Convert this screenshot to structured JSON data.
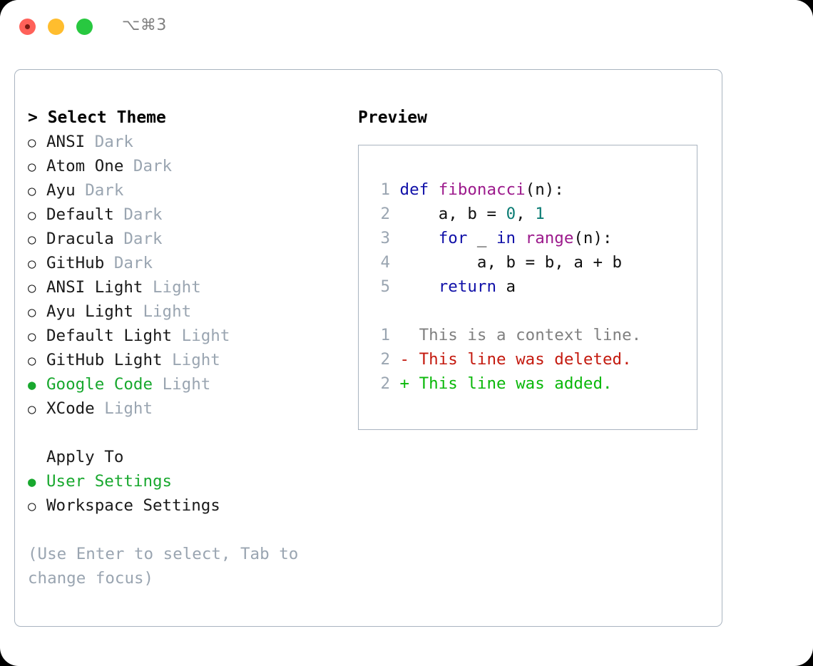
{
  "window": {
    "shortcut_label": "⌥⌘3",
    "traffic_lights": [
      "close",
      "minimize",
      "maximize"
    ]
  },
  "theme_picker": {
    "header": "> Select Theme",
    "header_prefix": ">",
    "items": [
      {
        "name": "ANSI",
        "category": "Dark",
        "selected": false
      },
      {
        "name": "Atom One",
        "category": "Dark",
        "selected": false
      },
      {
        "name": "Ayu",
        "category": "Dark",
        "selected": false
      },
      {
        "name": "Default",
        "category": "Dark",
        "selected": false
      },
      {
        "name": "Dracula",
        "category": "Dark",
        "selected": false
      },
      {
        "name": "GitHub",
        "category": "Dark",
        "selected": false
      },
      {
        "name": "ANSI Light",
        "category": "Light",
        "selected": false
      },
      {
        "name": "Ayu Light",
        "category": "Light",
        "selected": false
      },
      {
        "name": "Default Light",
        "category": "Light",
        "selected": false
      },
      {
        "name": "GitHub Light",
        "category": "Light",
        "selected": false
      },
      {
        "name": "Google Code",
        "category": "Light",
        "selected": true
      },
      {
        "name": "XCode",
        "category": "Light",
        "selected": false
      }
    ]
  },
  "apply_to": {
    "header": "Apply To",
    "options": [
      {
        "label": "User Settings",
        "selected": true
      },
      {
        "label": "Workspace Settings",
        "selected": false
      }
    ]
  },
  "hint": {
    "line1": "(Use Enter to select, Tab to",
    "line2": "change focus)"
  },
  "preview": {
    "header": "Preview",
    "code_lines": [
      {
        "n": "1",
        "tokens": [
          {
            "t": "def ",
            "c": "kw"
          },
          {
            "t": "fibonacci",
            "c": "fn"
          },
          {
            "t": "(n):",
            "c": "pl"
          }
        ]
      },
      {
        "n": "2",
        "tokens": [
          {
            "t": "    a, b = ",
            "c": "pl"
          },
          {
            "t": "0",
            "c": "num"
          },
          {
            "t": ", ",
            "c": "pl"
          },
          {
            "t": "1",
            "c": "num"
          }
        ]
      },
      {
        "n": "3",
        "tokens": [
          {
            "t": "    ",
            "c": "pl"
          },
          {
            "t": "for",
            "c": "kw"
          },
          {
            "t": " _ ",
            "c": "pl"
          },
          {
            "t": "in",
            "c": "kw"
          },
          {
            "t": " ",
            "c": "pl"
          },
          {
            "t": "range",
            "c": "fn"
          },
          {
            "t": "(n):",
            "c": "pl"
          }
        ]
      },
      {
        "n": "4",
        "tokens": [
          {
            "t": "        a, b = b, a + b",
            "c": "pl"
          }
        ]
      },
      {
        "n": "5",
        "tokens": [
          {
            "t": "    ",
            "c": "pl"
          },
          {
            "t": "return",
            "c": "kw"
          },
          {
            "t": " a",
            "c": "pl"
          }
        ]
      }
    ],
    "diff_lines": [
      {
        "n": "1",
        "sign": " ",
        "text": " This is a context line.",
        "kind": "ctx"
      },
      {
        "n": "2",
        "sign": "-",
        "text": " This line was deleted.",
        "kind": "del"
      },
      {
        "n": "2",
        "sign": "+",
        "text": " This line was added.",
        "kind": "add"
      }
    ]
  },
  "colors": {
    "accent_green": "#18a82e",
    "diff_add": "#0ab80a",
    "diff_del": "#c41a0f",
    "dim_text": "#9aa5b1",
    "keyword": "#1010a8",
    "function": "#9c1a8c",
    "number": "#0b7c74",
    "border": "#a9b4c0"
  }
}
